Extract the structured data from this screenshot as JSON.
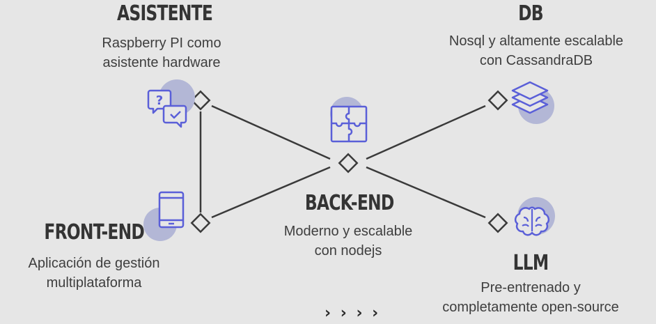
{
  "colors": {
    "accent": "#5a5fd8",
    "circle": "#b3b7d6",
    "line": "#3a3a3a",
    "background": "#e6e6e6"
  },
  "nodes": {
    "asistente": {
      "title": "ASISTENTE",
      "desc1": "Raspberry PI como",
      "desc2": "asistente hardware",
      "icon": "chat-question-icon"
    },
    "db": {
      "title": "DB",
      "desc1": "Nosql y altamente escalable",
      "desc2": "con CassandraDB",
      "icon": "layers-icon"
    },
    "backend": {
      "title": "BACK-END",
      "desc1": "Moderno y escalable",
      "desc2": "con nodejs",
      "icon": "puzzle-icon"
    },
    "frontend": {
      "title": "FRONT-END",
      "desc1": "Aplicación de gestión",
      "desc2": "multiplataforma",
      "icon": "tablet-icon"
    },
    "llm": {
      "title": "LLM",
      "desc1": "Pre-entrenado y",
      "desc2": "completamente open-source",
      "icon": "brain-icon"
    }
  },
  "footer": {
    "arrows": "› › › ›"
  }
}
